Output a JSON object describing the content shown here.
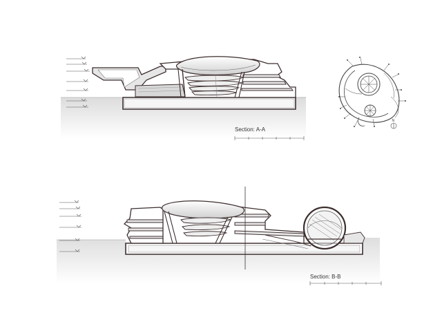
{
  "sections": [
    {
      "id": "A-A",
      "label": "Section: A-A"
    },
    {
      "id": "B-B",
      "label": "Section: B-B"
    }
  ],
  "plan": {
    "north_mark": "N"
  },
  "colors": {
    "ground": "#e9e9e9",
    "ground_dark": "#d4d4d4",
    "cut": "#5a4444",
    "line": "#444444",
    "light_fill": "#f4f4f4"
  }
}
